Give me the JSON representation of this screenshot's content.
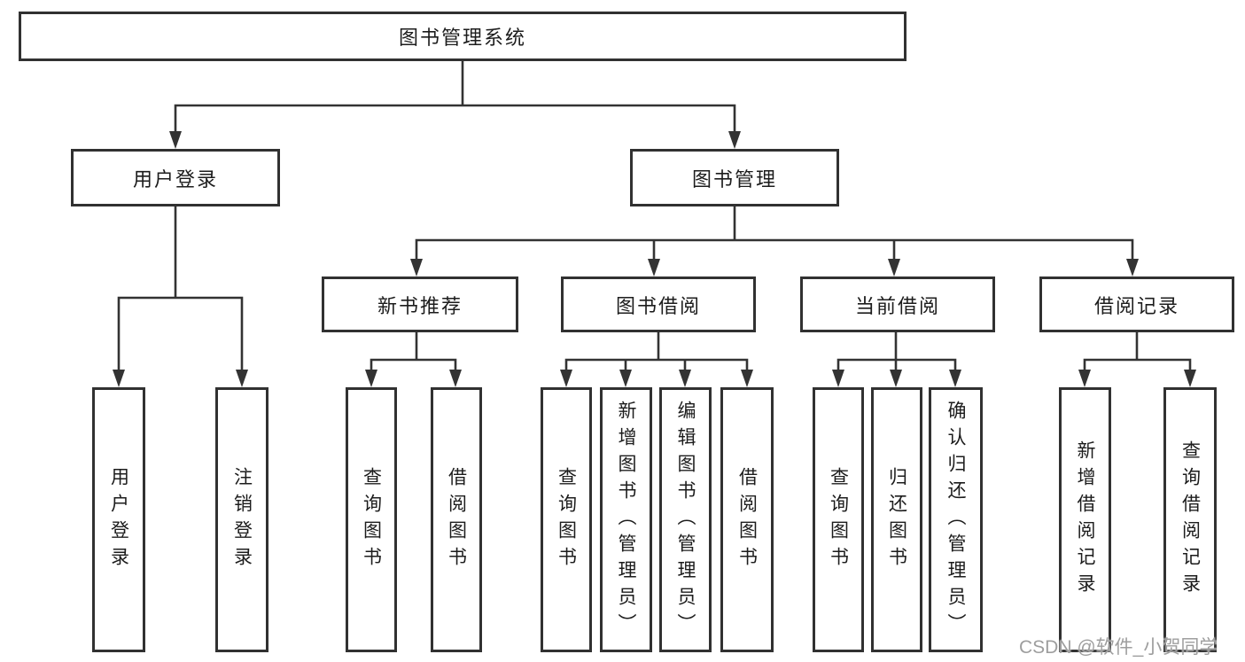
{
  "diagram": {
    "root": {
      "label": "图书管理系统"
    },
    "branches": [
      {
        "label": "用户登录",
        "children": [
          {
            "label": "用户登录"
          },
          {
            "label": "注销登录"
          }
        ]
      },
      {
        "label": "图书管理",
        "children": [
          {
            "label": "新书推荐",
            "children": [
              {
                "label": "查询图书"
              },
              {
                "label": "借阅图书"
              }
            ]
          },
          {
            "label": "图书借阅",
            "children": [
              {
                "label": "查询图书"
              },
              {
                "label": "新增图书（管理员）"
              },
              {
                "label": "编辑图书（管理员）"
              },
              {
                "label": "借阅图书"
              }
            ]
          },
          {
            "label": "当前借阅",
            "children": [
              {
                "label": "查询图书"
              },
              {
                "label": "归还图书"
              },
              {
                "label": "确认归还（管理员）"
              }
            ]
          },
          {
            "label": "借阅记录",
            "children": [
              {
                "label": "新增借阅记录"
              },
              {
                "label": "查询借阅记录"
              }
            ]
          }
        ]
      }
    ]
  },
  "watermark": {
    "text": "CSDN @软件_小贺同学"
  },
  "colors": {
    "line": "#333333",
    "box_border": "#313131",
    "text": "#1c1c1c",
    "watermark": "#9e9e9e",
    "background": "#ffffff"
  }
}
